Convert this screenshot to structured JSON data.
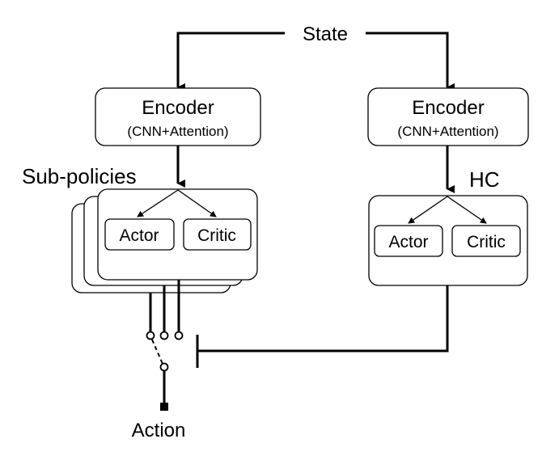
{
  "diagram": {
    "state_label": "State",
    "encoder_left": {
      "title": "Encoder",
      "subtitle": "(CNN+Attention)"
    },
    "encoder_right": {
      "title": "Encoder",
      "subtitle": "(CNN+Attention)"
    },
    "subpolicies_label": "Sub-policies",
    "hc_label": "HC",
    "subpolicy": {
      "actor": "Actor",
      "critic": "Critic"
    },
    "hc": {
      "actor": "Actor",
      "critic": "Critic"
    },
    "action_label": "Action",
    "colors": {
      "stroke": "#000000",
      "background": "#ffffff"
    }
  }
}
